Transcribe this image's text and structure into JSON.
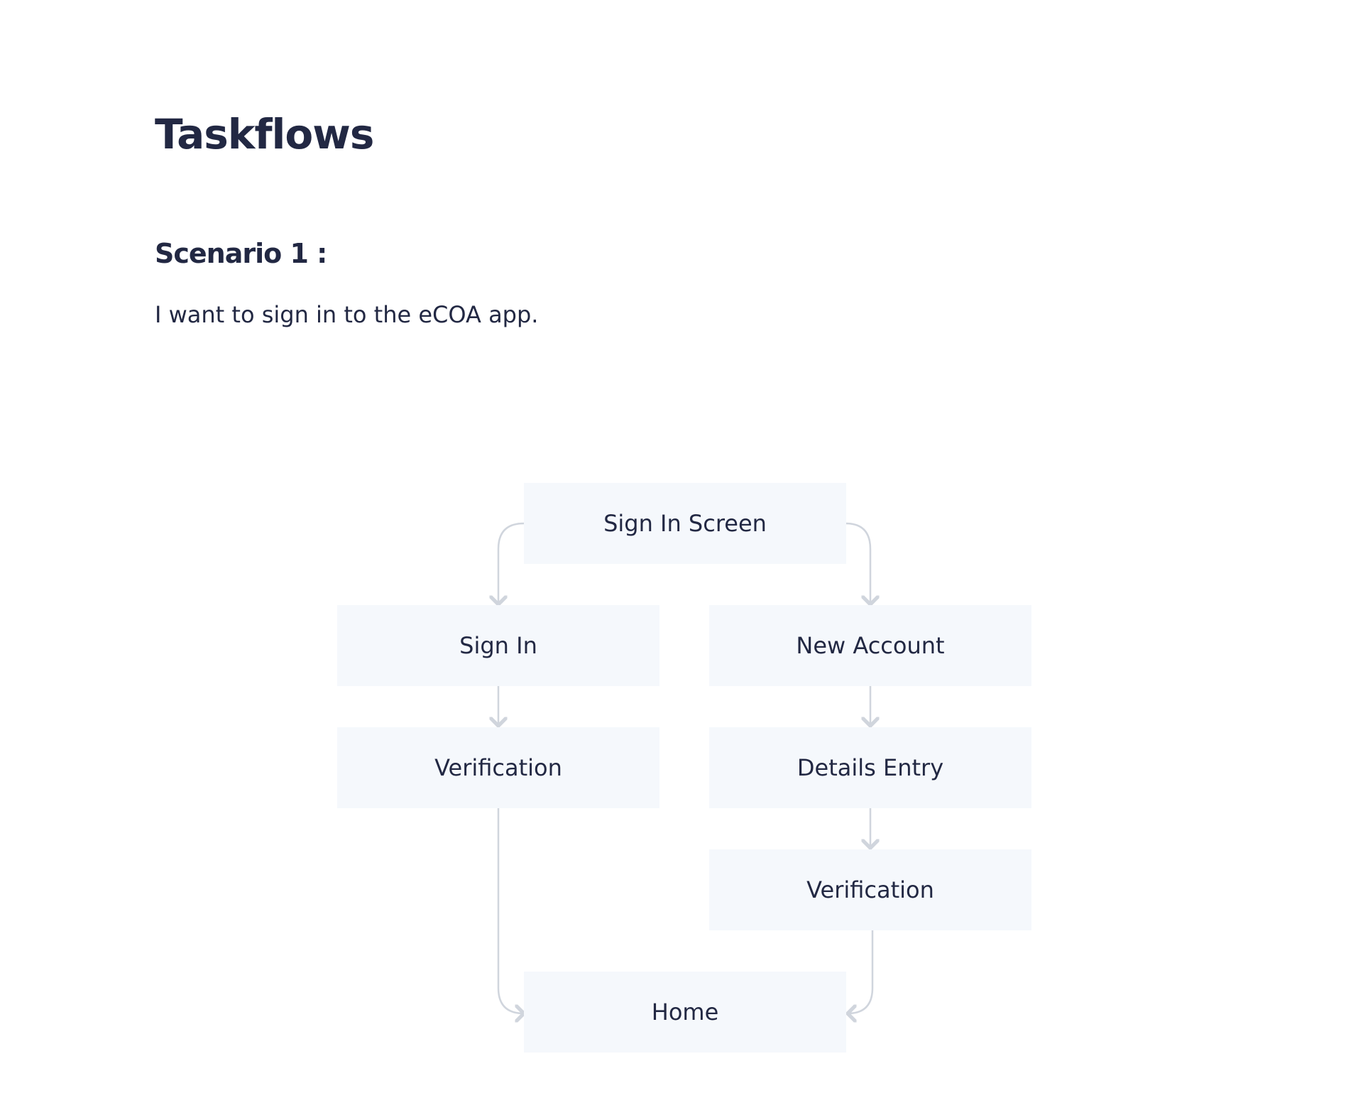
{
  "header": {
    "title": "Taskflows"
  },
  "scenario": {
    "heading": "Scenario 1 :",
    "description": "I want to sign in  to the eCOA app."
  },
  "flow": {
    "nodes": {
      "sign_in_screen": "Sign In Screen",
      "sign_in": "Sign In",
      "new_account": "New Account",
      "verification_left": "Verification",
      "details_entry": "Details Entry",
      "verification_right": "Verification",
      "home": "Home"
    },
    "edges": [
      {
        "from": "Sign In Screen",
        "to": "Sign In"
      },
      {
        "from": "Sign In Screen",
        "to": "New Account"
      },
      {
        "from": "Sign In",
        "to": "Verification"
      },
      {
        "from": "New Account",
        "to": "Details Entry"
      },
      {
        "from": "Details Entry",
        "to": "Verification"
      },
      {
        "from": "Verification",
        "to": "Home"
      },
      {
        "from": "Verification",
        "to": "Home"
      }
    ]
  },
  "colors": {
    "text": "#222843",
    "node_fill": "#f5f8fc",
    "connector": "#d0d5dd"
  }
}
